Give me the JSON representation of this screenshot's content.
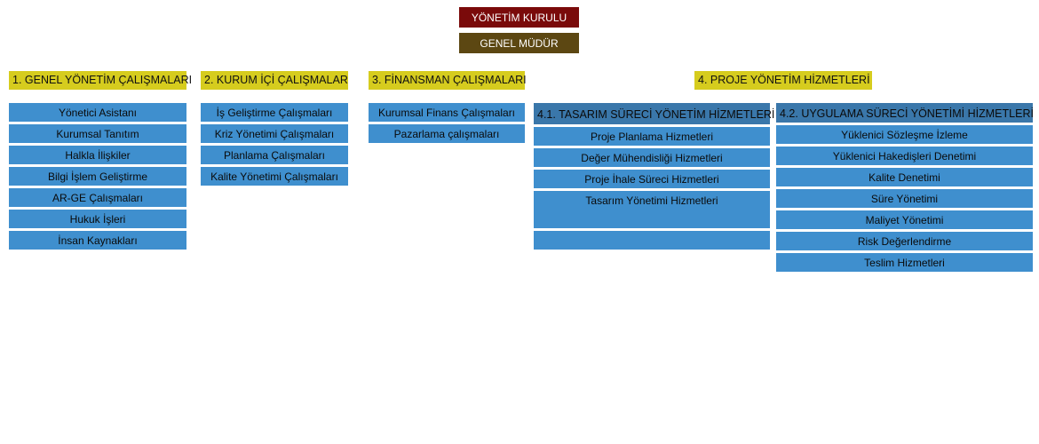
{
  "top": {
    "board": "YÖNETİM KURULU",
    "gm": "GENEL MÜDÜR"
  },
  "departments": [
    {
      "title": "1. GENEL YÖNETİM ÇALIŞMALARI",
      "items": [
        "Yönetici Asistanı",
        "Kurumsal Tanıtım",
        "Halkla İlişkiler",
        "Bilgi İşlem Geliştirme",
        "AR-GE Çalışmaları",
        "Hukuk İşleri",
        "İnsan Kaynakları"
      ]
    },
    {
      "title": "2. KURUM İÇİ ÇALIŞMALAR",
      "items": [
        "İş Geliştirme Çalışmaları",
        "Kriz Yönetimi Çalışmaları",
        "Planlama Çalışmaları",
        "Kalite Yönetimi Çalışmaları"
      ]
    },
    {
      "title": "3. FİNANSMAN ÇALIŞMALARI",
      "items": [
        "Kurumsal Finans Çalışmaları",
        "Pazarlama çalışmaları"
      ]
    },
    {
      "title": "4. PROJE YÖNETİM HİZMETLERİ",
      "subgroups": [
        {
          "title": "4.1. TASARIM SÜRECİ YÖNETİM HİZMETLERİ",
          "items": [
            "Proje Planlama Hizmetleri",
            "Değer Mühendisliği Hizmetleri",
            "Proje İhale Süreci Hizmetleri",
            "Tasarım Yönetimi Hizmetleri",
            "",
            ""
          ]
        },
        {
          "title": "4.2. UYGULAMA SÜRECİ YÖNETİMİ HİZMETLERİ",
          "items": [
            "Yüklenici Sözleşme İzleme",
            "Yüklenici Hakedişleri Denetimi",
            "Kalite Denetimi",
            "Süre Yönetimi",
            "Maliyet Yönetimi",
            "Risk Değerlendirme",
            "Teslim Hizmetleri"
          ]
        }
      ]
    }
  ]
}
